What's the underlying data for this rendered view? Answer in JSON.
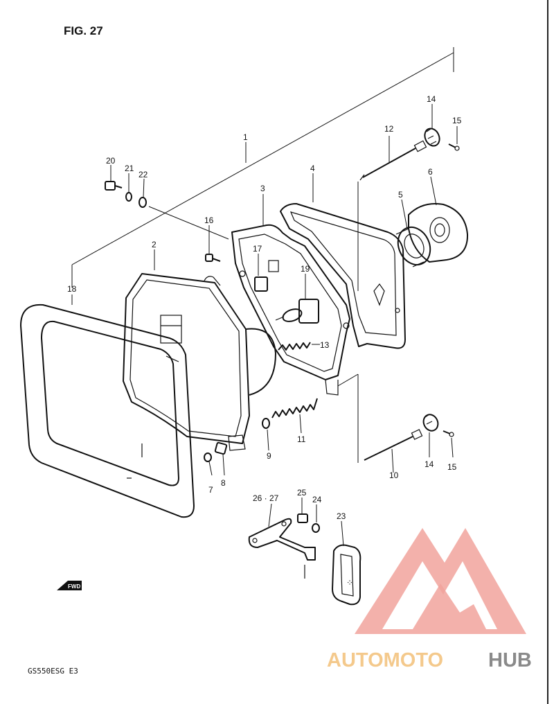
{
  "figure_title": "FIG. 27",
  "model_code": "GS550ESG  E3",
  "fwd_label": "FWD",
  "watermark": {
    "part1": "AUTOMOTO",
    "part2": "HUB",
    "color_primary": "#f09a92",
    "color_text1": "#f4c98c",
    "color_text2": "#8a8a8a"
  },
  "part_labels": {
    "p1": "1",
    "p2": "2",
    "p3": "3",
    "p4": "4",
    "p5": "5",
    "p6": "6",
    "p7": "7",
    "p8": "8",
    "p9": "9",
    "p10": "10",
    "p11": "11",
    "p12": "12",
    "p13": "13",
    "p14a": "14",
    "p14b": "14",
    "p15a": "15",
    "p15b": "15",
    "p16": "16",
    "p17": "17",
    "p18": "18",
    "p19": "19",
    "p20": "20",
    "p21": "21",
    "p22": "22",
    "p23": "23",
    "p24": "24",
    "p25": "25",
    "p26_27": "26 · 27"
  }
}
